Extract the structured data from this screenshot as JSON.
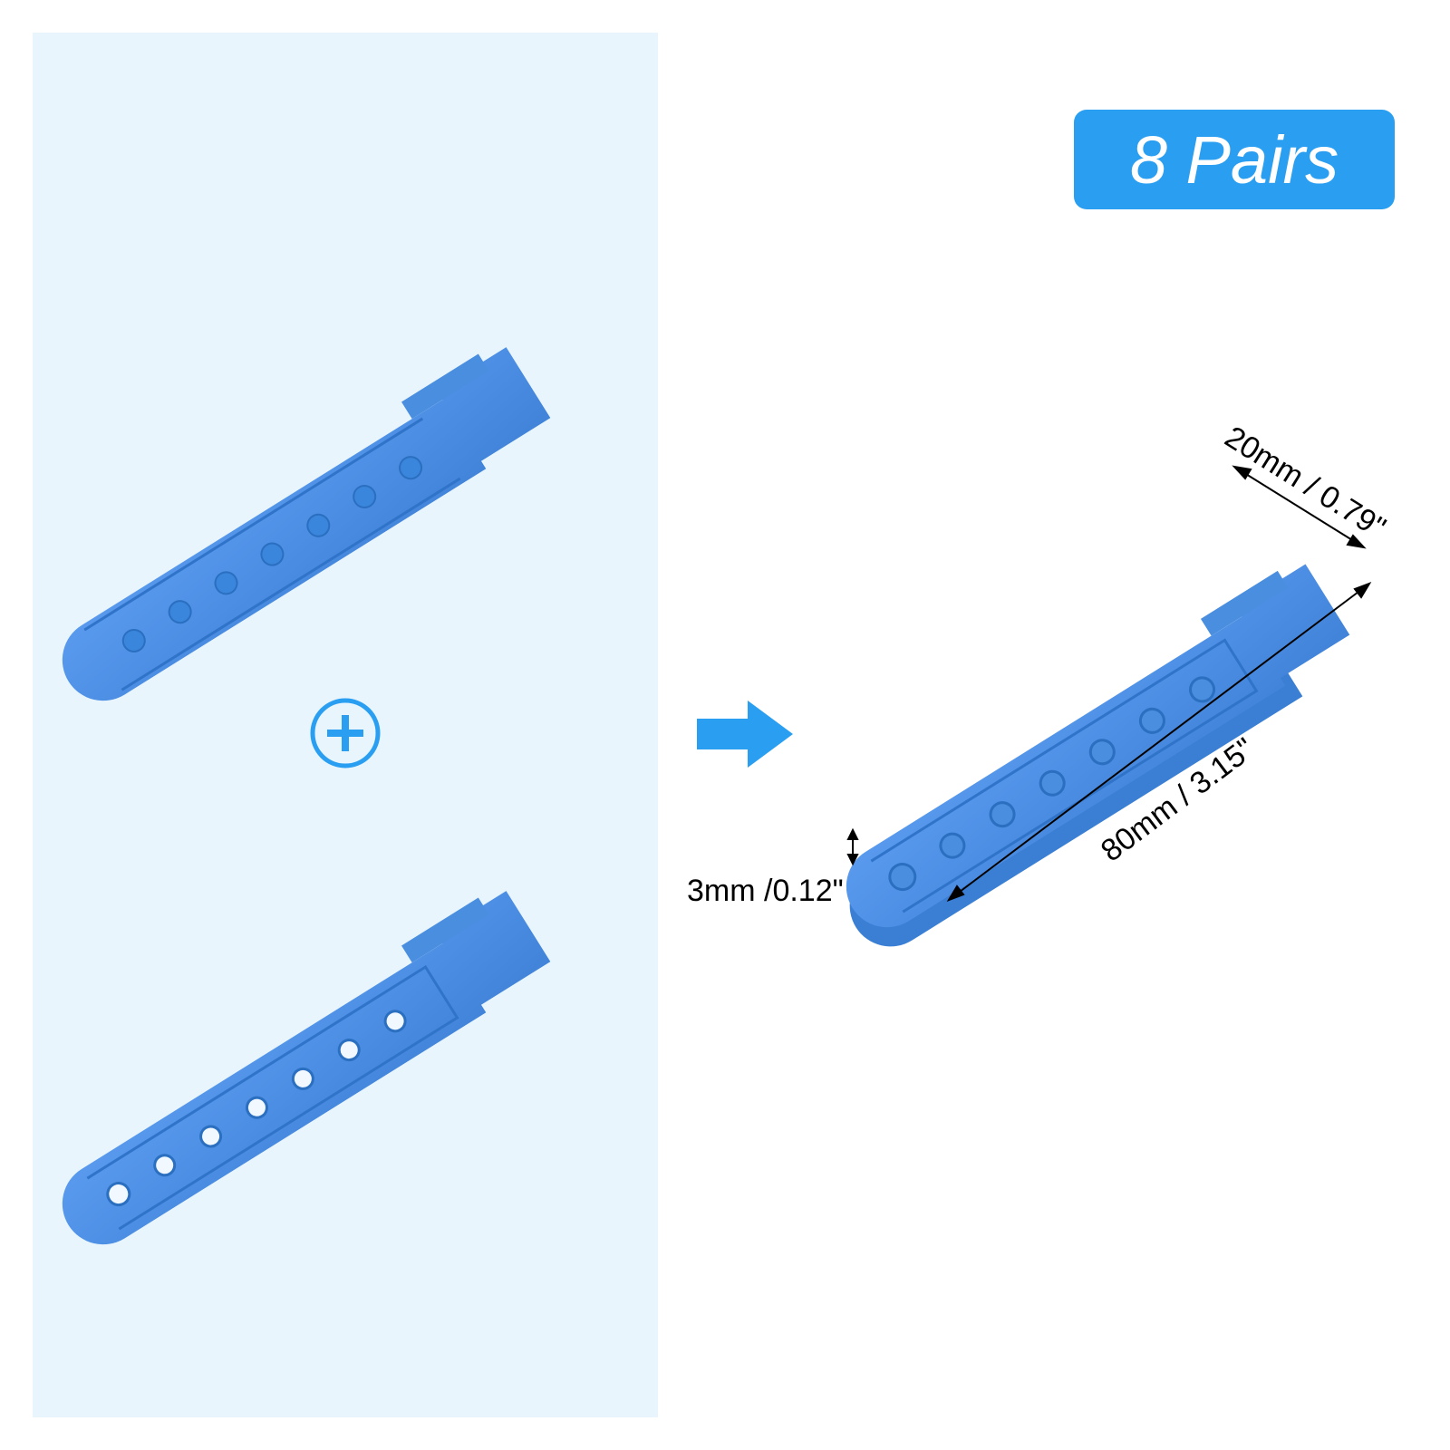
{
  "badge": {
    "text": "8 Pairs"
  },
  "dimensions": {
    "width": "20mm / 0.79\"",
    "length": "80mm / 3.15\"",
    "thickness": "3mm /0.12\""
  },
  "icons": {
    "plus": "plus-circle-icon",
    "arrow": "arrow-right-icon"
  },
  "colors": {
    "panel": "#e8f5fd",
    "accent": "#2a9ff2",
    "product": "#4a8ee0"
  }
}
